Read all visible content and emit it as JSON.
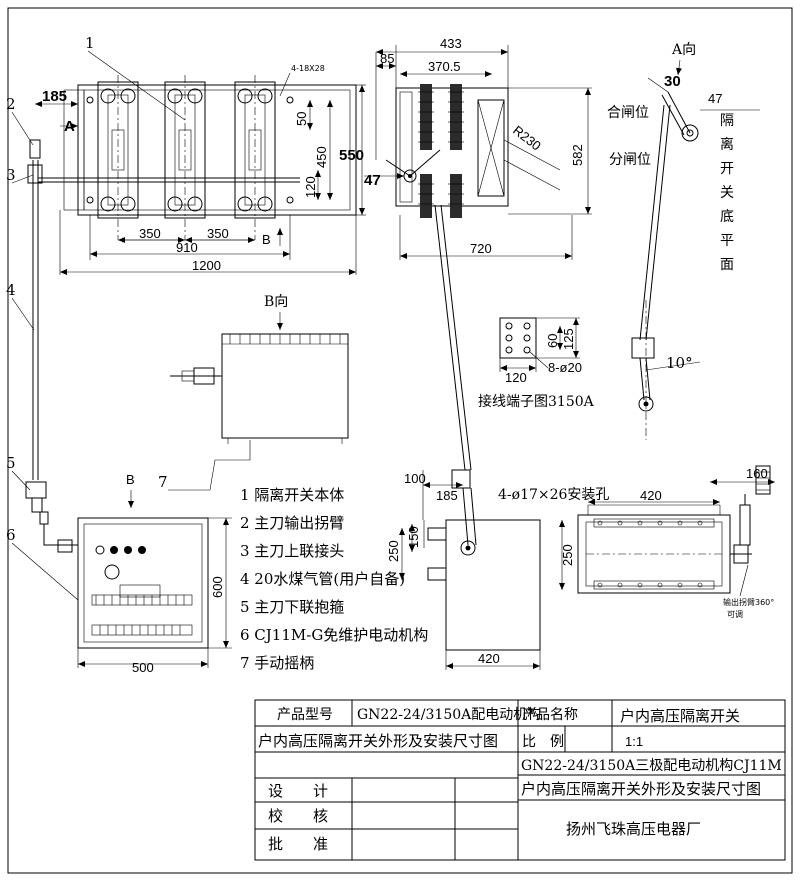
{
  "top_view": {
    "dim_185": "185",
    "dim_550": "550",
    "dim_450": "450",
    "dim_50": "50",
    "dim_120": "120",
    "dim_350_left": "350",
    "dim_350_right": "350",
    "dim_910": "910",
    "dim_1200": "1200",
    "hole_note": "4-18X28",
    "view_mark_a": "A",
    "view_mark_b": "B"
  },
  "part_numbers": [
    "1",
    "2",
    "3",
    "4",
    "5",
    "6",
    "7"
  ],
  "side_view": {
    "dim_433": "433",
    "dim_85": "85",
    "dim_370_5": "370.5",
    "dim_r230": "R230",
    "dim_582": "582",
    "dim_47": "47",
    "dim_720": "720"
  },
  "a_view": {
    "title": "A向",
    "angle_30": "30",
    "closed_label": "合闸位",
    "open_label": "分闸位",
    "dim_47": "47",
    "bottom_plane_label": "隔离开关底平面",
    "angle_10": "10°"
  },
  "terminal": {
    "dim_60": "60",
    "dim_125": "125",
    "dim_120": "120",
    "holes": "8-ø20",
    "caption": "接线端子图3150A"
  },
  "b_view": {
    "title": "B向",
    "b_mark": "B"
  },
  "mechanism_front": {
    "dim_600": "600",
    "dim_500": "500"
  },
  "mechanism_side": {
    "dim_100": "100",
    "dim_185": "185",
    "dim_150": "150",
    "dim_250": "250",
    "dim_420": "420"
  },
  "mechanism_top": {
    "dim_160": "160",
    "dim_420": "420",
    "holes_note": "4-ø17×26安装孔",
    "dim_250": "250",
    "arm_note_1": "输出拐臂360°",
    "arm_note_2": "可调"
  },
  "legend": [
    "1  隔离开关本体",
    "2  主刀输出拐臂",
    "3  主刀上联接头",
    "4  20水煤气管(用户自备)",
    "5   主刀下联抱箍",
    "6  CJ11M-G免维护电动机构",
    "7  手动摇柄"
  ],
  "title_block": {
    "model_label": "产品型号",
    "model_value": "GN22-24/3150A配电动机构",
    "name_label": "产品名称",
    "name_value": "户内高压隔离开关",
    "drawing_title": "户内高压隔离开关外形及安装尺寸图",
    "scale_label": "比　例",
    "scale_value": "1:1",
    "drawing_name_1": "GN22-24/3150A三极配电动机构CJ11M",
    "drawing_name_2": "户内高压隔离开关外形及安装尺寸图",
    "design_label": "设　　计",
    "check_label": "校　　核",
    "approve_label": "批　　准",
    "company": "扬州飞珠高压电器厂"
  }
}
